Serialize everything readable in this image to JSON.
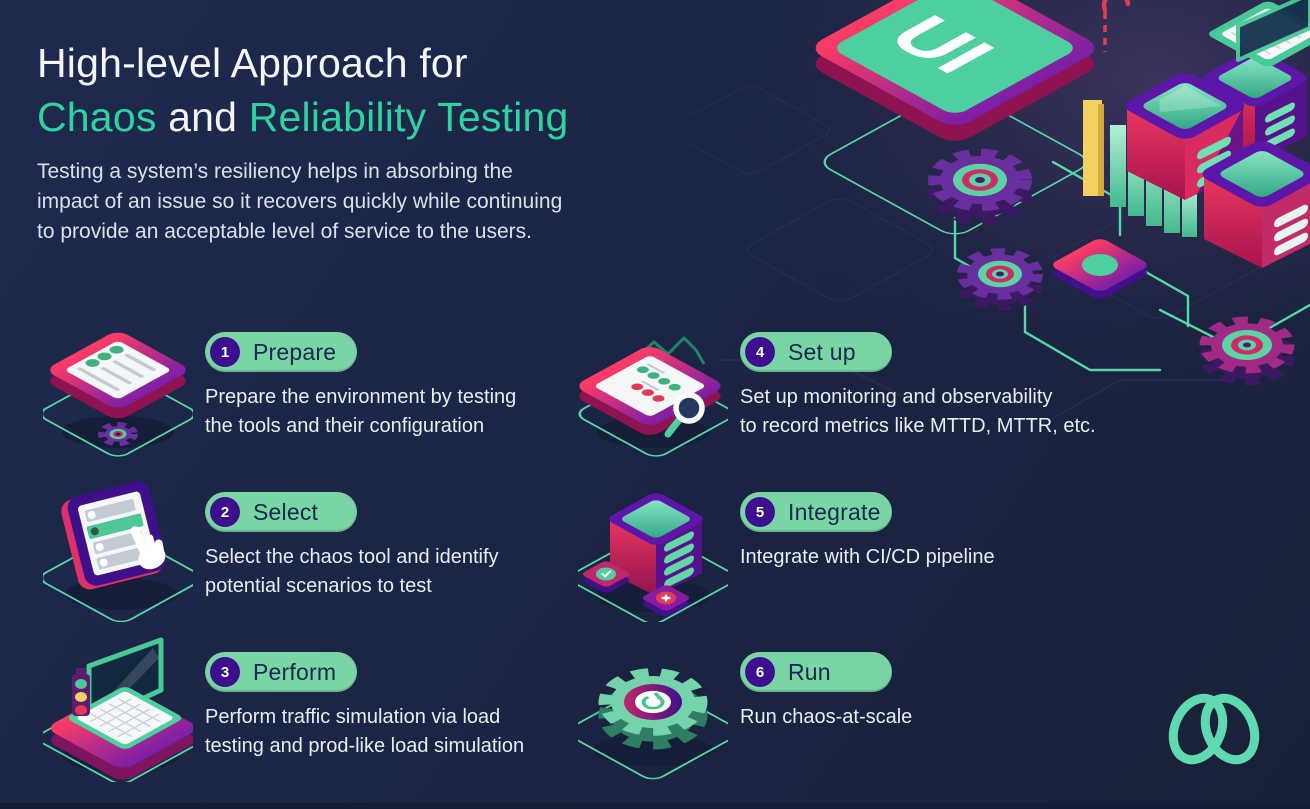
{
  "colors": {
    "background": "#1b2545",
    "accent_teal": "#2fd3a0",
    "pill_green": "#79d6a4",
    "badge_purple": "#3d0e8e",
    "body_text": "#e8ecf3",
    "illustration_pink": "#e8365f",
    "illustration_purple": "#5d17a8",
    "illustration_yellow": "#f2d061"
  },
  "header": {
    "title_line1": "High-level Approach for",
    "title_chaos": "Chaos",
    "title_and": "and",
    "title_reliability": "Reliability Testing",
    "subtitle_lines": [
      "Testing a system’s resiliency helps in absorbing the",
      "impact of an issue so it recovers quickly while continuing",
      "to provide an acceptable level of service to the users."
    ]
  },
  "steps": [
    {
      "num": "1",
      "label": "Prepare",
      "icon": "checklist-tablet-icon",
      "desc_lines": [
        "Prepare the environment by testing",
        "the tools and their configuration"
      ]
    },
    {
      "num": "2",
      "label": "Select",
      "icon": "cursor-select-screen-icon",
      "desc_lines": [
        "Select the chaos tool and identify",
        "potential scenarios to test"
      ]
    },
    {
      "num": "3",
      "label": "Perform",
      "icon": "laptop-load-testing-icon",
      "desc_lines": [
        "Perform traffic simulation via load",
        "testing and prod-like load simulation"
      ]
    },
    {
      "num": "4",
      "label": "Set up",
      "icon": "monitoring-magnifier-icon",
      "desc_lines": [
        "Set up monitoring and observability",
        "to record metrics like MTTD, MTTR, etc."
      ]
    },
    {
      "num": "5",
      "label": "Integrate",
      "icon": "server-pipeline-icon",
      "desc_lines": [
        "Integrate with CI/CD pipeline"
      ]
    },
    {
      "num": "6",
      "label": "Run",
      "icon": "gear-power-icon",
      "desc_lines": [
        "Run chaos-at-scale"
      ]
    }
  ],
  "illustration": {
    "ui_label": "UI"
  },
  "footer": {
    "logo": "interlocked-loops-logo"
  }
}
